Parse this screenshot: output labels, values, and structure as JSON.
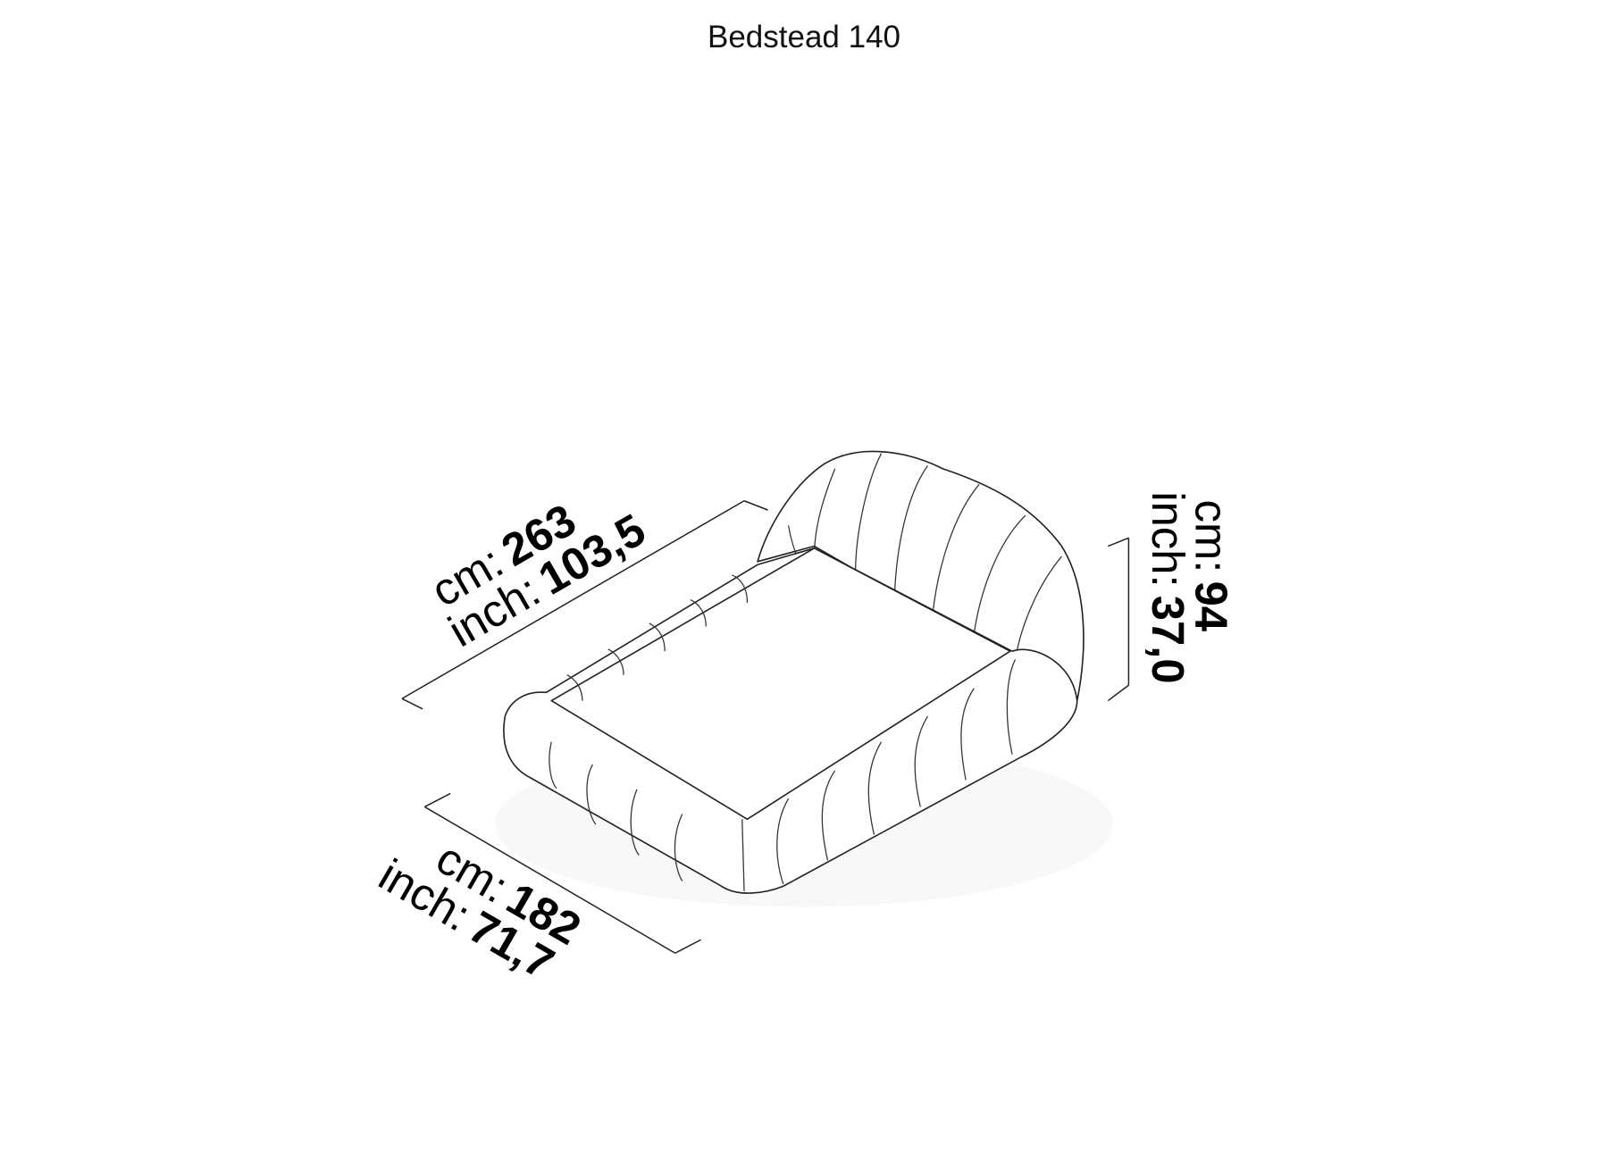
{
  "title": "Bedstead 140",
  "dimensions": {
    "length": {
      "cm_label": "cm:",
      "cm_value": "263",
      "inch_label": "inch:",
      "inch_value": "103,5"
    },
    "width": {
      "cm_label": "cm:",
      "cm_value": "182",
      "inch_label": "inch:",
      "inch_value": "71,7"
    },
    "height": {
      "cm_label": "cm:",
      "cm_value": "94",
      "inch_label": "inch:",
      "inch_value": "37,0"
    }
  }
}
